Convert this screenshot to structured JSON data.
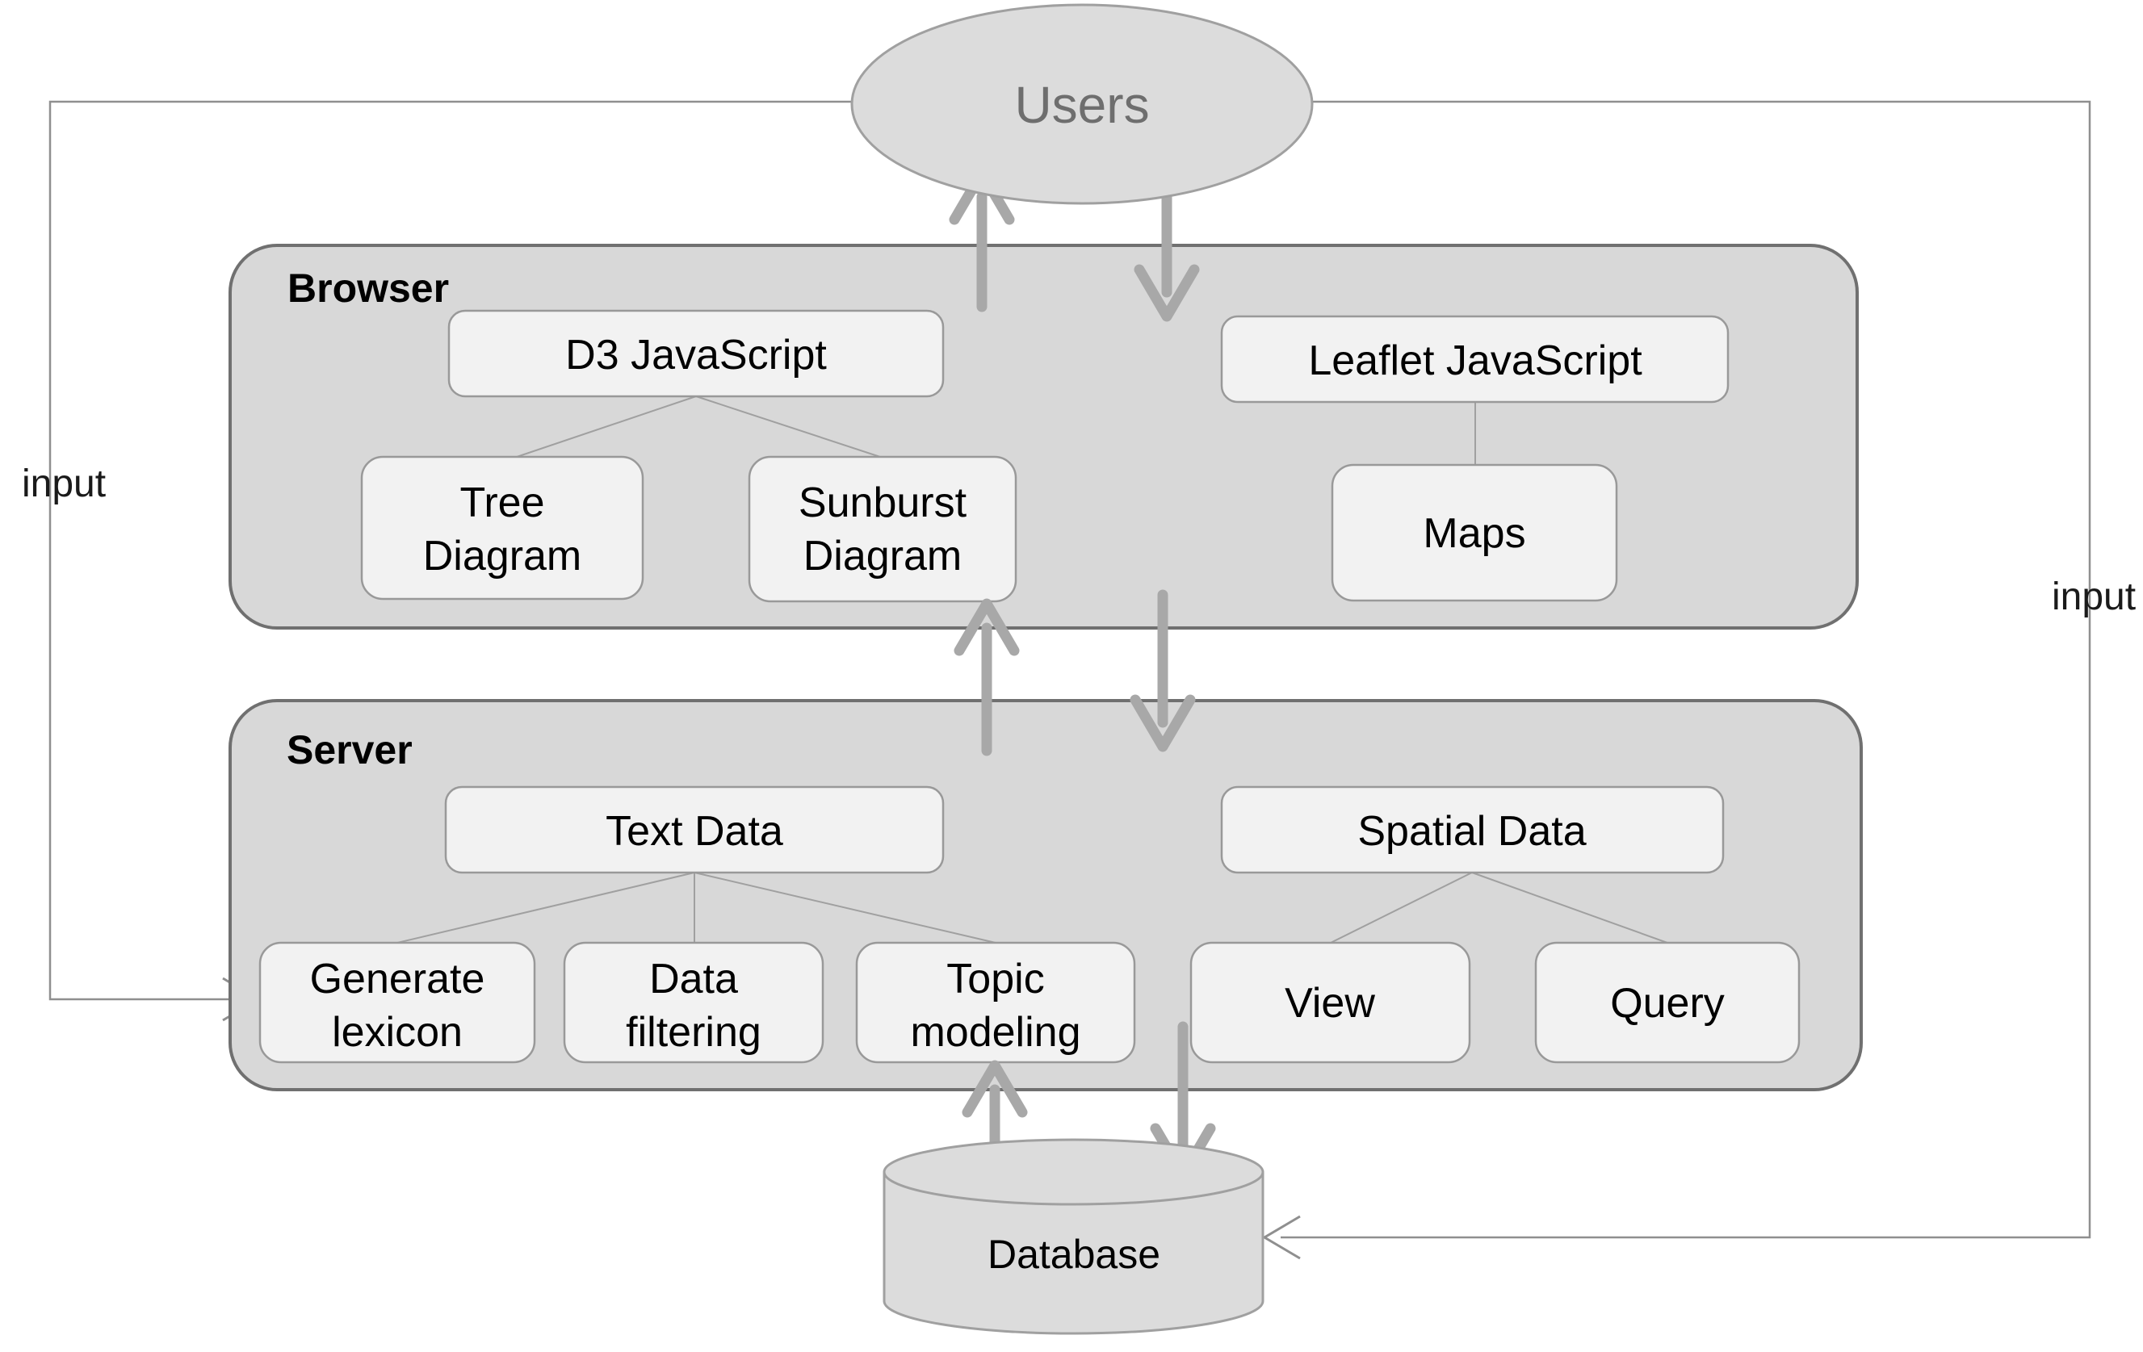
{
  "users": {
    "label": "Users"
  },
  "browser": {
    "title": "Browser",
    "d3": "D3 JavaScript",
    "leaflet": "Leaflet JavaScript",
    "tree": [
      "Tree",
      "Diagram"
    ],
    "sunburst": [
      "Sunburst",
      "Diagram"
    ],
    "maps": "Maps"
  },
  "server": {
    "title": "Server",
    "text_data": "Text Data",
    "spatial_data": "Spatial Data",
    "generate_lexicon": [
      "Generate",
      "lexicon"
    ],
    "data_filtering": [
      "Data",
      "filtering"
    ],
    "topic_modeling": [
      "Topic",
      "modeling"
    ],
    "view": "View",
    "query": "Query"
  },
  "database": {
    "label": "Database"
  },
  "annotations": {
    "input_left": "input",
    "input_right": "input"
  },
  "colors": {
    "background": "#ffffff",
    "container_fill": "#d8d8d8",
    "container_border": "#707070",
    "node_fill": "#f2f2f2",
    "node_border": "#999999",
    "ellipse_fill": "#dcdcdc",
    "ellipse_border": "#a0a0a0",
    "arrow": "#a8a8a8",
    "thin_line": "#8f8f8f",
    "text": "#000000",
    "users_text": "#6e6e6e"
  }
}
